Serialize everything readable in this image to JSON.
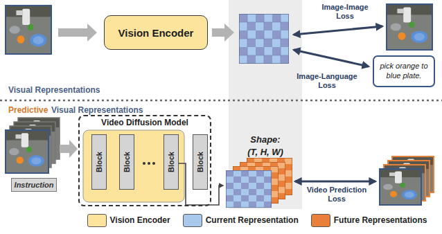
{
  "diagram": {
    "nodes": [
      {
        "text": [
          "Vision Encoder"
        ]
      },
      {
        "text": [
          "pick orange to blue plate."
        ]
      },
      {
        "text": [
          "Instruction"
        ]
      },
      {
        "text": [
          "Video Diffusion Model"
        ]
      },
      {
        "text": [
          "Block"
        ],
        "in": 3
      },
      {
        "text": [
          "Block"
        ],
        "in": 3
      },
      {
        "text": [
          "Block"
        ],
        "in": 3
      },
      {
        "text": [
          "Block"
        ],
        "in": 3
      }
    ],
    "labels": [
      "Image-Image Loss",
      "Image-Language Loss",
      "Visual Representations",
      "Predictive",
      "Visual Representations",
      "Shape:",
      "(T, H, W)",
      "Video Prediction Loss"
    ],
    "legend": [
      {
        "text": "Vision Encoder",
        "color": "#fce49c"
      },
      {
        "text": "Current Representation",
        "color": "#a9c9ec"
      },
      {
        "text": "Future Representations",
        "color": "#e8803a"
      }
    ]
  }
}
